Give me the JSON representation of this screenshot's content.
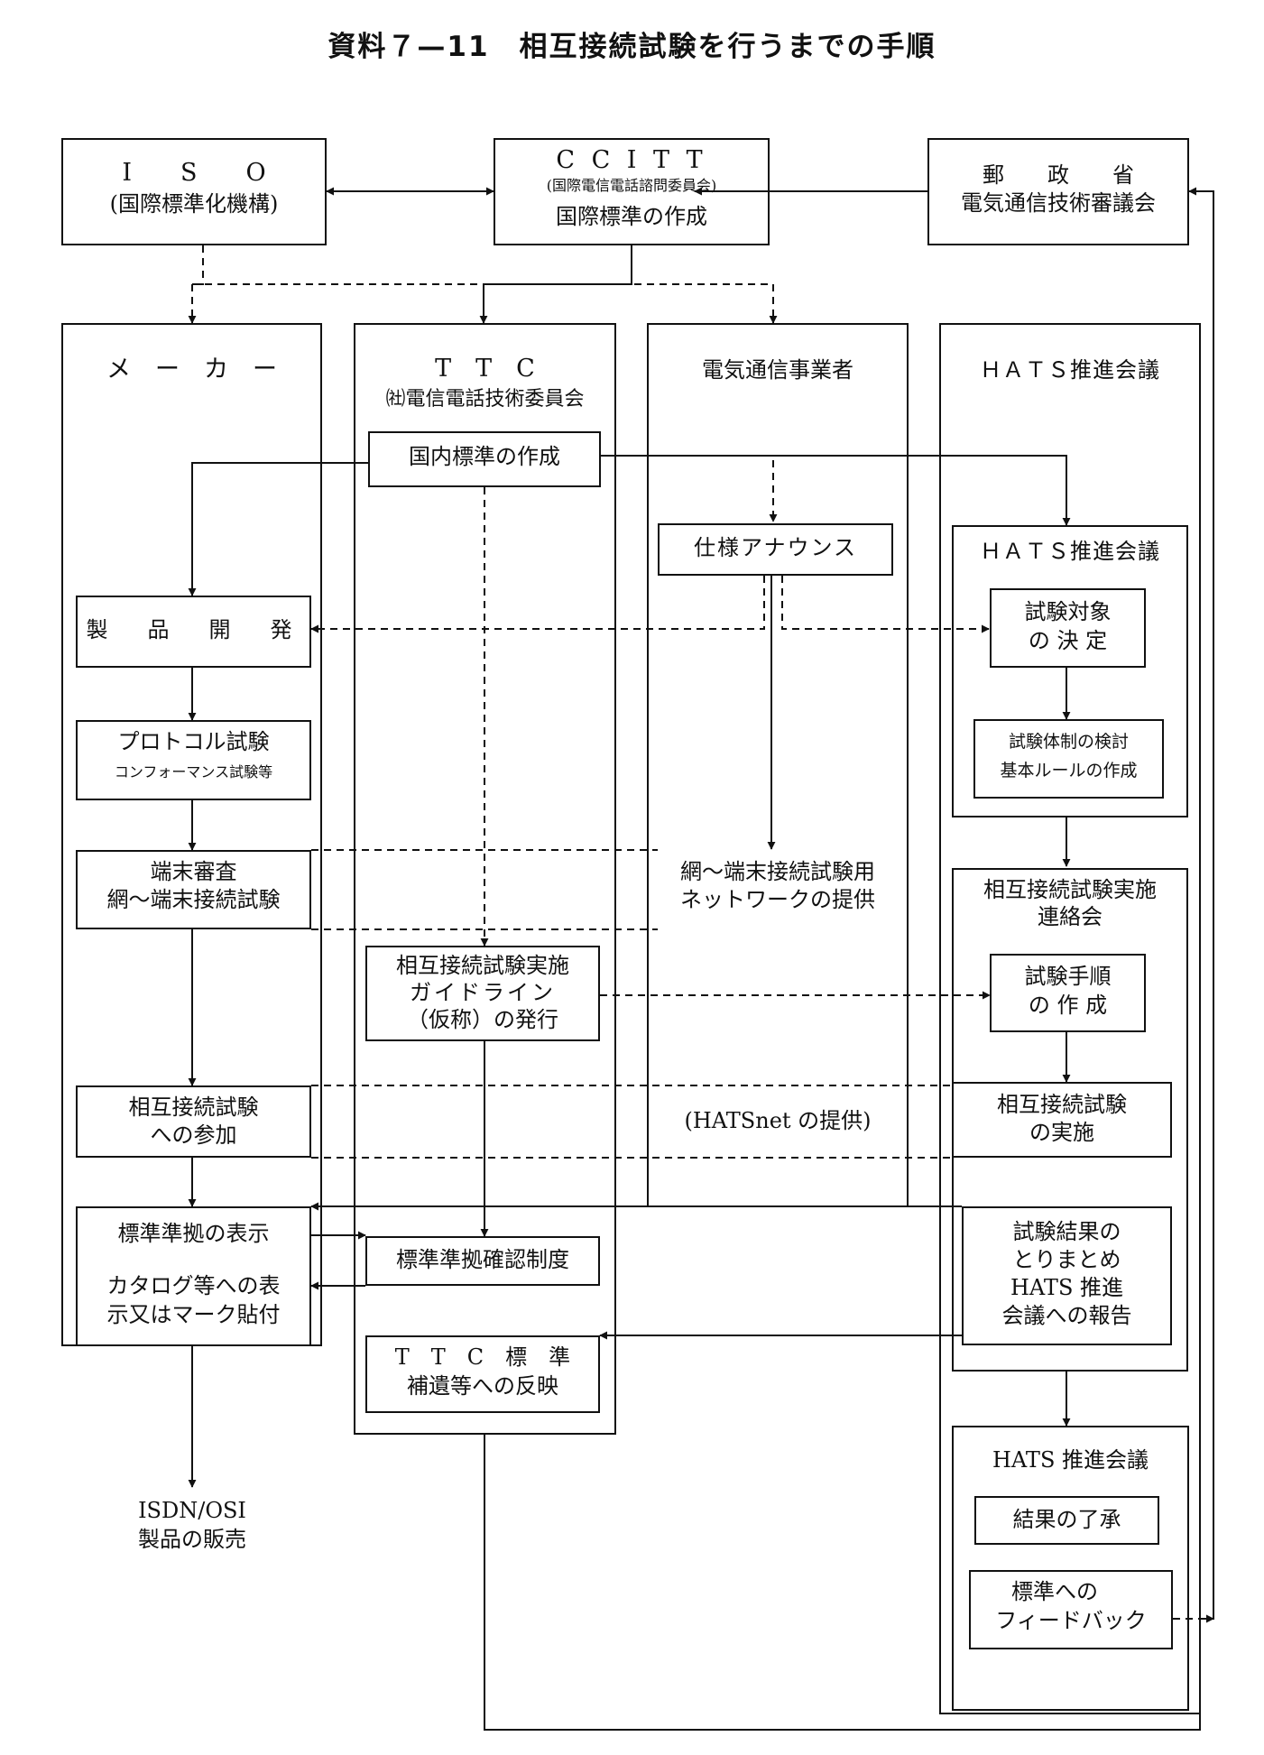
{
  "title": "資料７—11　相互接続試験を行うまでの手順",
  "top": {
    "iso": {
      "line1": "I　　S　　O",
      "line2": "(国際標準化機構)"
    },
    "ccitt": {
      "line1": "C C I T T",
      "line2": "(国際電信電話諮問委員会)",
      "line3": "国際標準の作成"
    },
    "mpt": {
      "line1": "郵　　政　　省",
      "line2": "電気通信技術審議会"
    }
  },
  "columns": {
    "maker": {
      "header": "メ　ー　カ　ー"
    },
    "ttc": {
      "header1": "T　T　C",
      "header2": "㈳電信電話技術委員会"
    },
    "carrier": {
      "header": "電気通信事業者"
    },
    "hats": {
      "header": "ＨＡＴＳ推進会議"
    }
  },
  "maker": {
    "dev": "製　品　開　発",
    "protocol1": "プロトコル試験",
    "protocol2": "コンフォーマンス試験等",
    "review1": "端末審査",
    "review2": "網～端末接続試験",
    "join1": "相互接続試験",
    "join2": "への参加",
    "display1": "標準準拠の表示",
    "display2": "カタログ等への表",
    "display3": "示又はマーク貼付"
  },
  "ttc": {
    "domestic": "国内標準の作成",
    "guide1": "相互接続試験実施",
    "guide2": "ガイドライン",
    "guide3": "（仮称）の発行",
    "confirm": "標準準拠確認制度",
    "reflect1": "T　T　C　標　準",
    "reflect2": "補遺等への反映"
  },
  "carrier": {
    "spec": "仕様アナウンス",
    "network1": "網～端末接続試験用",
    "network2": "ネットワークの提供",
    "hatsnet": "(HATSnet の提供)"
  },
  "hats": {
    "council1": "ＨＡＴＳ推進会議",
    "target1": "試験対象",
    "target2": "の 決 定",
    "system1": "試験体制の検討",
    "system2": "基本ルールの作成",
    "liaison1": "相互接続試験実施",
    "liaison2": "連絡会",
    "procedure1": "試験手順",
    "procedure2": "の 作 成",
    "exec1": "相互接続試験",
    "exec2": "の実施",
    "summary1": "試験結果の",
    "summary2": "とりまとめ",
    "summary3": "HATS 推進",
    "summary4": "会議への報告",
    "council2": "HATS 推進会議",
    "approve": "結果の了承",
    "feedback1": "標準への",
    "feedback2": "フィードバック"
  },
  "bottom": {
    "line1": "ISDN/OSI",
    "line2": "製品の販売"
  }
}
